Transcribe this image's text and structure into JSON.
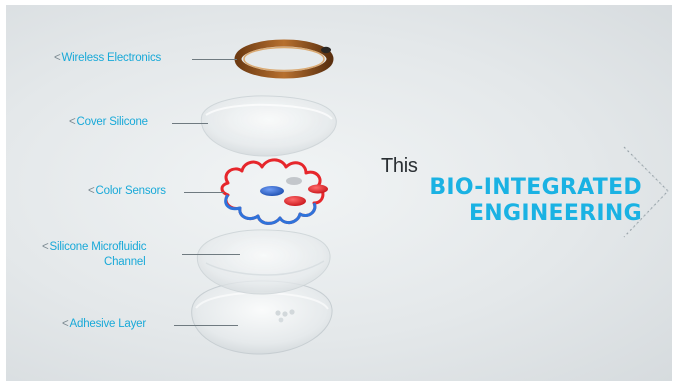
{
  "layers": [
    {
      "id": "wireless",
      "label": "Wireless Electronics"
    },
    {
      "id": "cover",
      "label": "Cover Silicone"
    },
    {
      "id": "sensors",
      "label": "Color Sensors"
    },
    {
      "id": "channel",
      "label_line1": "Silicone Microfluidic",
      "label_line2": "Channel"
    },
    {
      "id": "adhesive",
      "label": "Adhesive Layer"
    }
  ],
  "chevron": "<",
  "headline": {
    "intro": "This",
    "line1": "BIO-INTEGRATED",
    "line2": "ENGINEERING"
  },
  "colors": {
    "label": "#19a9d8",
    "headline": "#1ab2e3",
    "coil": "#8a4f1e",
    "sensor_red": "#e8262a",
    "sensor_blue": "#2d6bd6",
    "sensor_gray": "#bfc3c7"
  },
  "icons": {
    "next": "chevron-right-dotted-icon"
  }
}
